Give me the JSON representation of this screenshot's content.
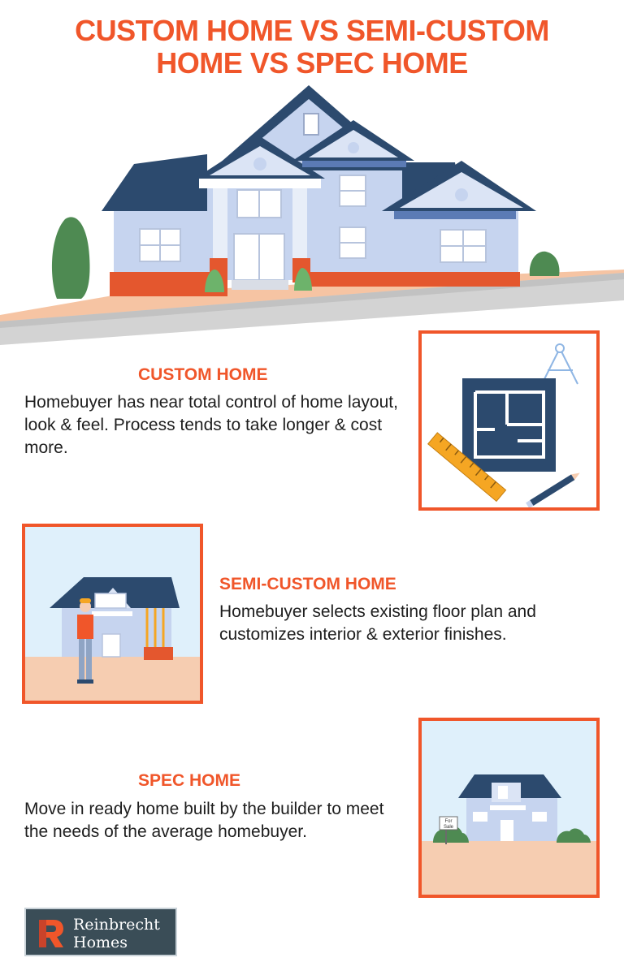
{
  "title": {
    "line1": "CUSTOM HOME VS SEMI-CUSTOM",
    "line2": "HOME VS SPEC HOME"
  },
  "sections": [
    {
      "heading": "CUSTOM HOME",
      "body": "Homebuyer has near total control of home layout, look & feel. Process tends to take longer & cost more.",
      "icon": "blueprint-icon"
    },
    {
      "heading": "SEMI-CUSTOM HOME",
      "body": "Homebuyer selects existing floor plan and customizes interior & exterior finishes.",
      "icon": "builder-house-icon"
    },
    {
      "heading": "SPEC HOME",
      "body": "Move in ready home built by the builder to meet the needs of the average homebuyer.",
      "icon": "for-sale-house-icon"
    }
  ],
  "sign": {
    "line1": "For",
    "line2": "Sale"
  },
  "logo": {
    "line1": "Reinbrecht",
    "line2": "Homes"
  },
  "colors": {
    "accent": "#f0562a",
    "roof": "#2c4a6e",
    "wall": "#c6d4ef",
    "sky": "#dff0fb",
    "ground": "#f6cdb1",
    "tree": "#4e8a52",
    "brick": "#e4572e",
    "logo_bg": "#3a4d57"
  }
}
